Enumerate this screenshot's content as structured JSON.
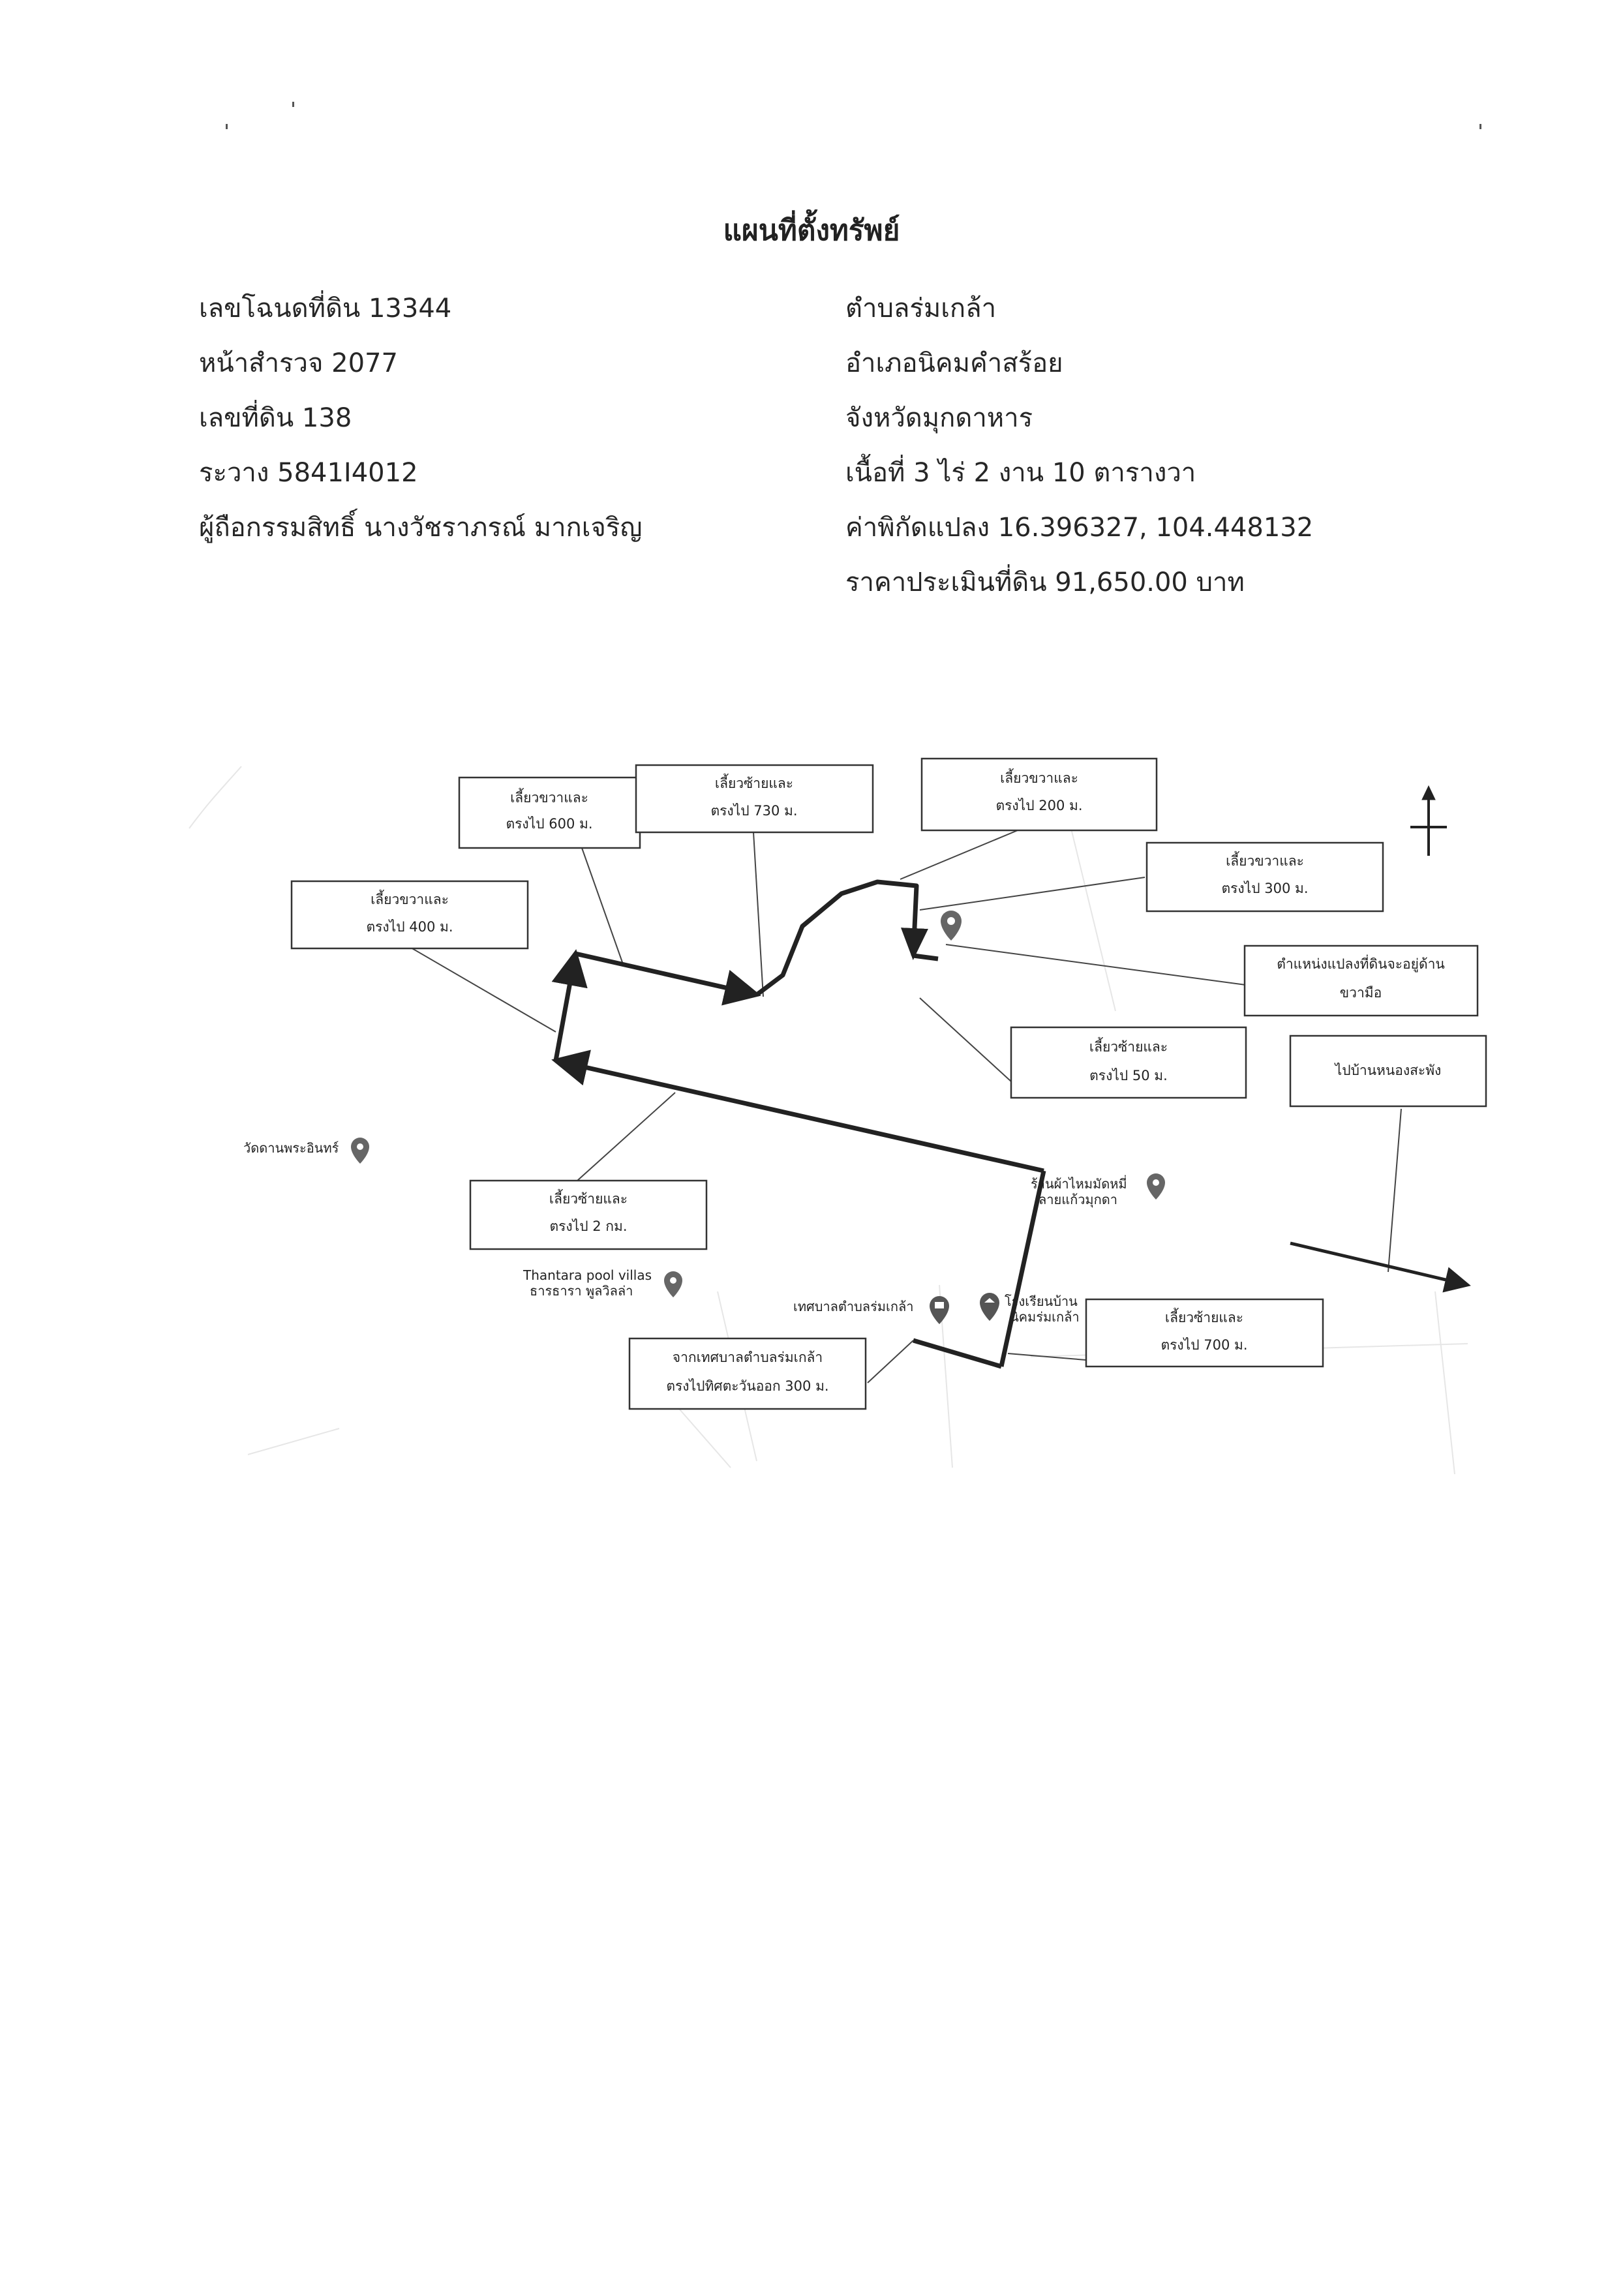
{
  "title": "แผนที่ตั้งทรัพย์",
  "info_left": {
    "deed": "เลขโฉนดที่ดิน 13344",
    "survey_page": "หน้าสำรวจ 2077",
    "land_no": "เลขที่ดิน 138",
    "sheet": "ระวาง 5841I4012",
    "owner": "ผู้ถือกรรมสิทธิ์ นางวัชราภรณ์ มากเจริญ"
  },
  "info_right": {
    "subdistrict": "ตำบลร่มเกล้า",
    "district": "อำเภอนิคมคำสร้อย",
    "province": "จังหวัดมุกดาหาร",
    "area": "เนื้อที่ 3 ไร่ 2 งาน 10 ตารางวา",
    "coordinates": "ค่าพิกัดแปลง 16.396327, 104.448132",
    "price": "ราคาประเมินที่ดิน 91,650.00 บาท"
  },
  "map": {
    "direction_boxes": [
      {
        "id": "right-600",
        "line1": "เลี้ยวขวาและ",
        "line2": "ตรงไป 600 ม."
      },
      {
        "id": "left-730",
        "line1": "เลี้ยวซ้ายและ",
        "line2": "ตรงไป 730 ม."
      },
      {
        "id": "right-200",
        "line1": "เลี้ยวขวาและ",
        "line2": "ตรงไป 200 ม."
      },
      {
        "id": "right-300",
        "line1": "เลี้ยวขวาและ",
        "line2": "ตรงไป 300 ม."
      },
      {
        "id": "right-400",
        "line1": "เลี้ยวขวาและ",
        "line2": "ตรงไป 400 ม."
      },
      {
        "id": "land-position",
        "line1": "ตำแหน่งแปลงที่ดินจะอยู่ด้าน",
        "line2": "ขวามือ"
      },
      {
        "id": "left-50",
        "line1": "เลี้ยวซ้ายและ",
        "line2": "ตรงไป 50 ม."
      },
      {
        "id": "to-nong-sa-phang",
        "line1": "ไปบ้านหนองสะพัง",
        "line2": ""
      },
      {
        "id": "left-2km",
        "line1": "เลี้ยวซ้ายและ",
        "line2": "ตรงไป 2 กม."
      },
      {
        "id": "left-700",
        "line1": "เลี้ยวซ้ายและ",
        "line2": "ตรงไป 700 ม."
      },
      {
        "id": "start",
        "line1": "จากเทศบาลตำบลร่มเกล้า",
        "line2": "ตรงไปทิศตะวันออก 300 ม."
      }
    ],
    "places": {
      "temple": "วัดดานพระอินทร์",
      "silk_shop_1": "ร้านผ้าไหมมัดหมี่",
      "silk_shop_2": "ลายแก้วมุกดา",
      "villa_1": "Thantara pool villas",
      "villa_2": "ธารธารา พูลวิลล่า",
      "municipality": "เทศบาลตำบลร่มเกล้า",
      "school_1": "โรงเรียนบ้าน",
      "school_2": "นิคมร่มเกล้า"
    }
  }
}
